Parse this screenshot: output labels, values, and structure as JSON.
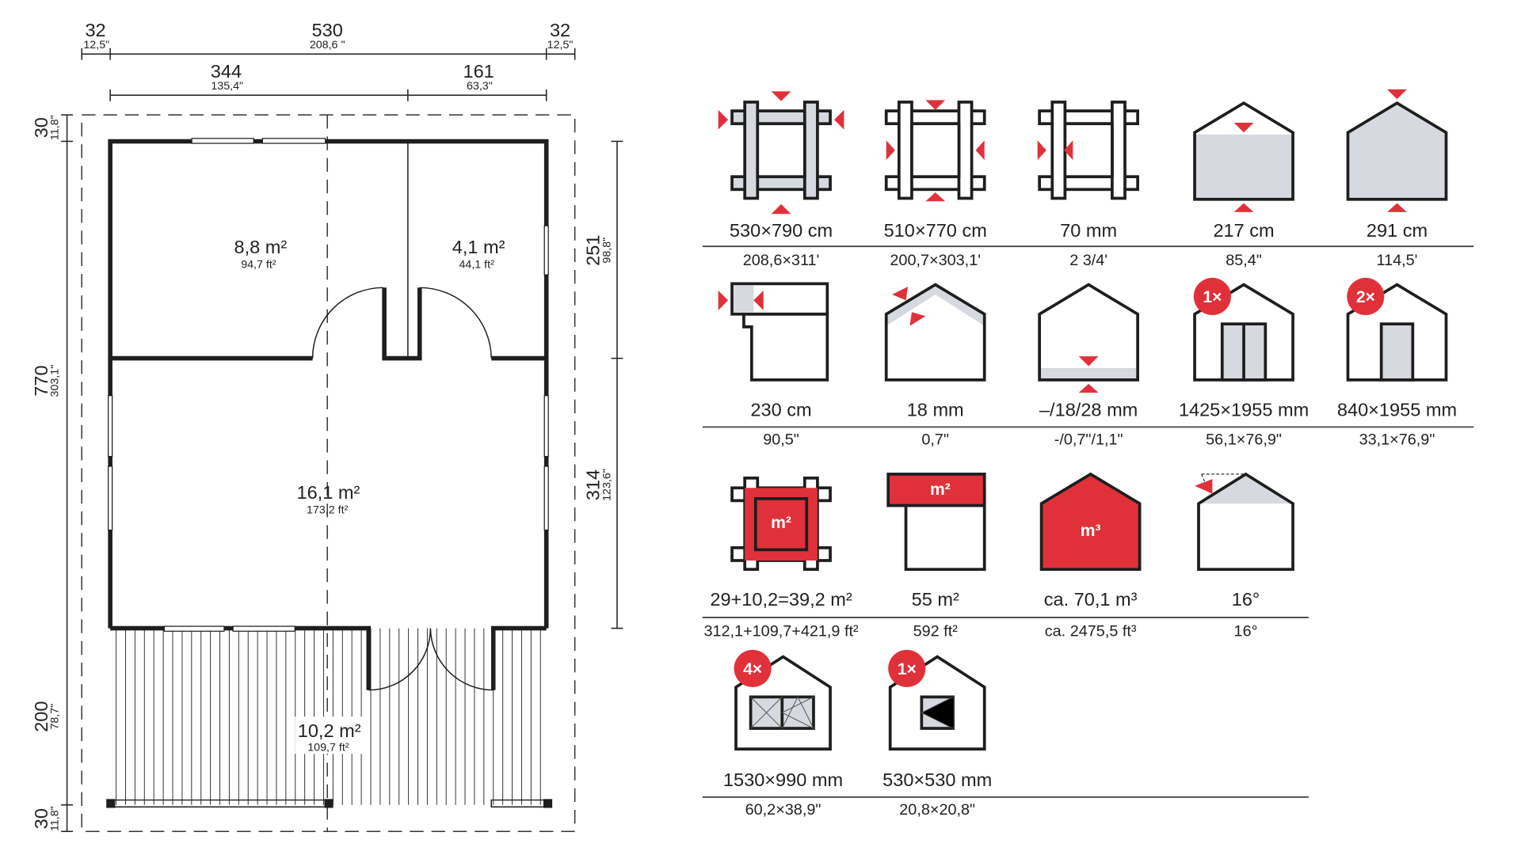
{
  "plan": {
    "dims_top": [
      {
        "cm": "32",
        "in": "12,5\""
      },
      {
        "cm": "530",
        "in": "208,6 \""
      },
      {
        "cm": "32",
        "in": "12,5\""
      }
    ],
    "dims_top2": [
      {
        "cm": "344",
        "in": "135,4\""
      },
      {
        "cm": "161",
        "in": "63,3\""
      }
    ],
    "dims_left": [
      {
        "cm": "30",
        "in": "11,8\""
      },
      {
        "cm": "770",
        "in": "303,1\""
      },
      {
        "cm": "200",
        "in": "78,7\""
      },
      {
        "cm": "30",
        "in": "11,8\""
      }
    ],
    "dims_right": [
      {
        "cm": "251",
        "in": "98,8\""
      },
      {
        "cm": "314",
        "in": "123,6\""
      }
    ],
    "rooms": [
      {
        "m2": "8,8 m²",
        "ft2": "94,7 ft²"
      },
      {
        "m2": "4,1 m²",
        "ft2": "44,1 ft²"
      },
      {
        "m2": "16,1 m²",
        "ft2": "173,2 ft²"
      },
      {
        "m2": "10,2 m²",
        "ft2": "109,7 ft²"
      }
    ]
  },
  "specs": {
    "row1": [
      {
        "value": "530×790 cm",
        "imperial": "208,6×311'"
      },
      {
        "value": "510×770 cm",
        "imperial": "200,7×303,1'"
      },
      {
        "value": "70 mm",
        "imperial": "2  3/4'"
      },
      {
        "value": "217 cm",
        "imperial": "85,4\""
      },
      {
        "value": "291 cm",
        "imperial": "114,5'"
      }
    ],
    "row2": [
      {
        "value": "230 cm",
        "imperial": "90,5\""
      },
      {
        "value": "18 mm",
        "imperial": "0,7\""
      },
      {
        "value": "–/18/28 mm",
        "imperial": "-/0,7\"/1,1\""
      },
      {
        "value": "1425×1955 mm",
        "imperial": "56,1×76,9\"",
        "badge": "1×"
      },
      {
        "value": "840×1955 mm",
        "imperial": "33,1×76,9\"",
        "badge": "2×"
      }
    ],
    "row3": [
      {
        "value": "29+10,2=39,2 m²",
        "imperial": "312,1+109,7+421,9 ft²",
        "icon_text": "m²"
      },
      {
        "value": "55 m²",
        "imperial": "592 ft²",
        "icon_text": "m²"
      },
      {
        "value": "ca. 70,1 m³",
        "imperial": "ca. 2475,5 ft³",
        "icon_text": "m³"
      },
      {
        "value": "16°",
        "imperial": "16°"
      }
    ],
    "row4": [
      {
        "value": "1530×990 mm",
        "imperial": "60,2×38,9\"",
        "badge": "4×"
      },
      {
        "value": "530×530 mm",
        "imperial": "20,8×20,8\"",
        "badge": "1×"
      }
    ]
  },
  "colors": {
    "accent": "#e0313b",
    "fill_gray": "#d6d9df",
    "line": "#1e1e1e"
  }
}
